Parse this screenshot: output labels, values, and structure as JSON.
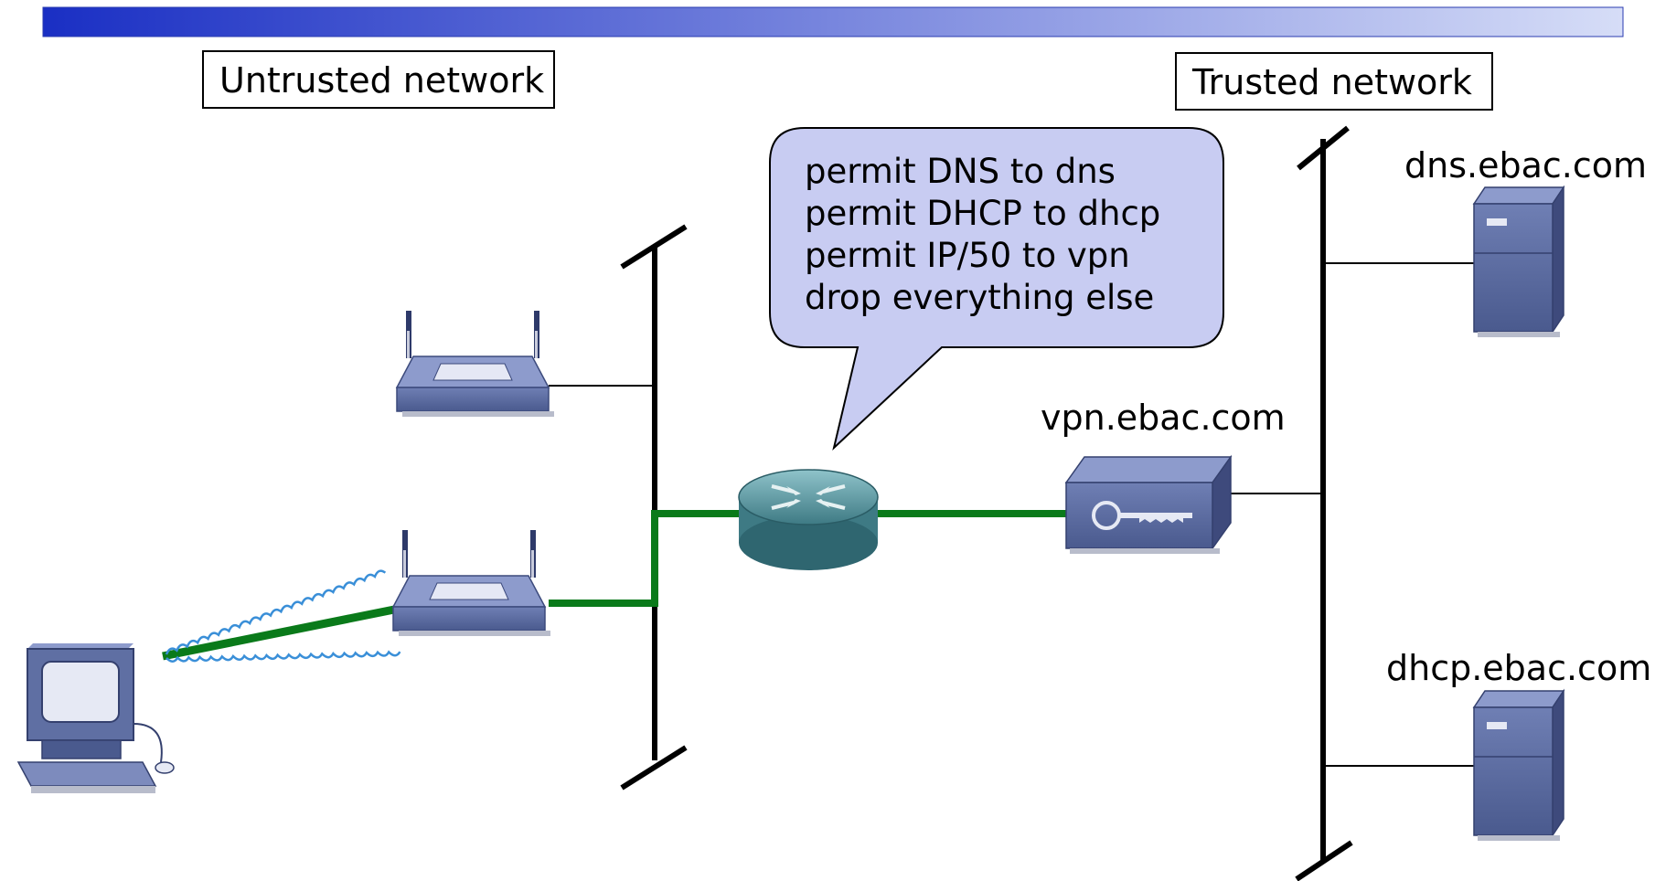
{
  "header_bar": {
    "gradient_start": "#1a2fc4",
    "gradient_end": "#d6ddf7"
  },
  "labels": {
    "untrusted": "Untrusted network",
    "trusted": "Trusted network",
    "dns_host": "dns.ebac.com",
    "vpn_host": "vpn.ebac.com",
    "dhcp_host": "dhcp.ebac.com"
  },
  "policy_bubble": {
    "lines": [
      "permit DNS to dns",
      "permit DHCP to dhcp",
      "permit IP/50 to vpn",
      "drop everything else"
    ],
    "fill": "#c8ccf2"
  },
  "colors": {
    "active_link": "#0a7a1a",
    "network_bus": "#000000",
    "device": "#5f6fa3",
    "router": "#4d8c95"
  },
  "icons": {
    "laptop": "computer-icon",
    "access_point": "wireless-access-point-icon",
    "router": "router-icon",
    "vpn": "vpn-concentrator-icon",
    "server": "server-icon"
  }
}
